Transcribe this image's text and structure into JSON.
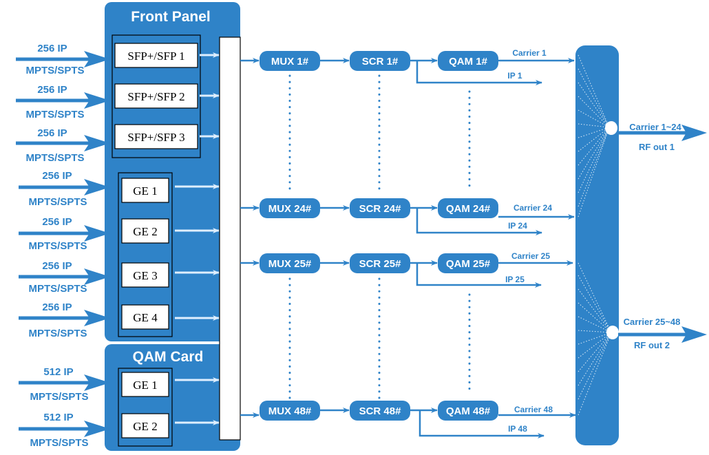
{
  "colors": {
    "blue": "#2F83C8",
    "white": "#ffffff",
    "black": "#000000"
  },
  "front_panel": {
    "title": "Front Panel",
    "sfp_ports": [
      "SFP+/SFP 1",
      "SFP+/SFP 2",
      "SFP+/SFP 3"
    ],
    "ge_ports": [
      "GE 1",
      "GE 2",
      "GE 3",
      "GE 4"
    ]
  },
  "qam_card": {
    "title": "QAM Card",
    "ge_ports": [
      "GE 1",
      "GE 2"
    ]
  },
  "inputs": [
    {
      "top": "256 IP",
      "bottom": "MPTS/SPTS"
    },
    {
      "top": "256 IP",
      "bottom": "MPTS/SPTS"
    },
    {
      "top": "256 IP",
      "bottom": "MPTS/SPTS"
    },
    {
      "top": "256 IP",
      "bottom": "MPTS/SPTS"
    },
    {
      "top": "256 IP",
      "bottom": "MPTS/SPTS"
    },
    {
      "top": "256 IP",
      "bottom": "MPTS/SPTS"
    },
    {
      "top": "256 IP",
      "bottom": "MPTS/SPTS"
    },
    {
      "top": "512 IP",
      "bottom": "MPTS/SPTS"
    },
    {
      "top": "512 IP",
      "bottom": "MPTS/SPTS"
    }
  ],
  "chains": [
    {
      "mux": "MUX 1#",
      "scr": "SCR 1#",
      "qam": "QAM 1#",
      "carrier": "Carrier 1",
      "ip": "IP 1"
    },
    {
      "mux": "MUX 24#",
      "scr": "SCR 24#",
      "qam": "QAM 24#",
      "carrier": "Carrier 24",
      "ip": "IP 24"
    },
    {
      "mux": "MUX 25#",
      "scr": "SCR 25#",
      "qam": "QAM 25#",
      "carrier": "Carrier 25",
      "ip": "IP 25"
    },
    {
      "mux": "MUX 48#",
      "scr": "SCR 48#",
      "qam": "QAM 48#",
      "carrier": "Carrier 48",
      "ip": "IP 48"
    }
  ],
  "outputs": [
    {
      "carriers": "Carrier 1~24",
      "rf": "RF out 1"
    },
    {
      "carriers": "Carrier 25~48",
      "rf": "RF out 2"
    }
  ]
}
